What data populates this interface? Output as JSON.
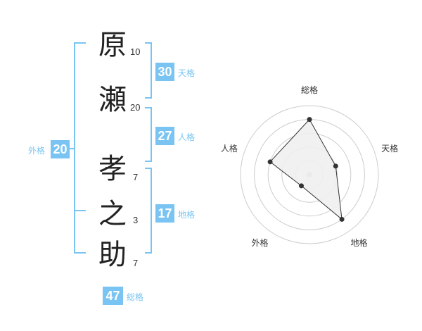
{
  "name": {
    "chars": [
      {
        "char": "原",
        "strokes": "10"
      },
      {
        "char": "瀬",
        "strokes": "20"
      },
      {
        "char": "孝",
        "strokes": "7"
      },
      {
        "char": "之",
        "strokes": "3"
      },
      {
        "char": "助",
        "strokes": "7"
      }
    ]
  },
  "kakusu": {
    "tenkaku": {
      "value": "30",
      "label": "天格"
    },
    "jinkaku": {
      "value": "27",
      "label": "人格"
    },
    "chikaku": {
      "value": "17",
      "label": "地格"
    },
    "gaikaku": {
      "value": "20",
      "label": "外格"
    },
    "soukaku": {
      "value": "47",
      "label": "総格"
    }
  },
  "chart_data": {
    "type": "radar",
    "axes": [
      "総格",
      "天格",
      "地格",
      "外格",
      "人格"
    ],
    "values": [
      4,
      2,
      4,
      1,
      3
    ],
    "rmax": 5,
    "rings": 5,
    "colors": {
      "fill": "#f0f0f0",
      "stroke": "#333333",
      "ring": "#cccccc",
      "point": "#333333",
      "center": "#bbbbbb"
    }
  },
  "colors": {
    "accent": "#79c4f2"
  }
}
